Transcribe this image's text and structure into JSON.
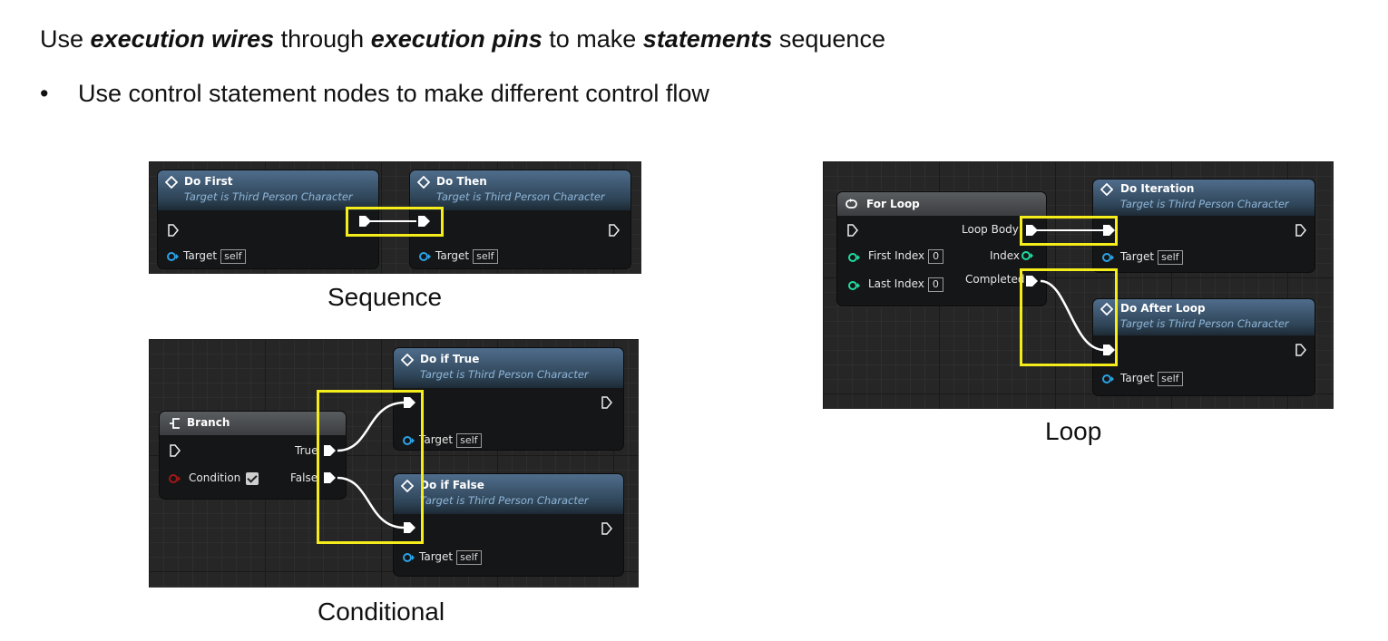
{
  "heading": {
    "p1": "Use ",
    "b1": "execution wires",
    "p2": " through ",
    "b2": "execution pins",
    "p3": " to make ",
    "b3": "statements",
    "p4": " sequence"
  },
  "bullet": {
    "symbol": "•",
    "text": "Use control statement nodes to make different control flow"
  },
  "sequence": {
    "caption": "Sequence",
    "node1": {
      "title": "Do First",
      "subtitle": "Target is Third Person Character",
      "target_label": "Target",
      "target_value": "self"
    },
    "node2": {
      "title": "Do Then",
      "subtitle": "Target is Third Person Character",
      "target_label": "Target",
      "target_value": "self"
    }
  },
  "conditional": {
    "caption": "Conditional",
    "branch": {
      "title": "Branch",
      "true_label": "True",
      "false_label": "False",
      "condition_label": "Condition"
    },
    "if_true": {
      "title": "Do if True",
      "subtitle": "Target is Third Person Character",
      "target_label": "Target",
      "target_value": "self"
    },
    "if_false": {
      "title": "Do if False",
      "subtitle": "Target is Third Person Character",
      "target_label": "Target",
      "target_value": "self"
    }
  },
  "loop": {
    "caption": "Loop",
    "for_loop": {
      "title": "For Loop",
      "loop_body_label": "Loop Body",
      "index_label": "Index",
      "completed_label": "Completed",
      "first_index_label": "First Index",
      "first_index_value": "0",
      "last_index_label": "Last Index",
      "last_index_value": "0"
    },
    "iteration": {
      "title": "Do Iteration",
      "subtitle": "Target is Third Person Character",
      "target_label": "Target",
      "target_value": "self"
    },
    "after_loop": {
      "title": "Do After Loop",
      "subtitle": "Target is Third Person Character",
      "target_label": "Target",
      "target_value": "self"
    }
  },
  "colors": {
    "highlight": "#f5ec1b",
    "node_header": "#3b5670",
    "target_pin": "#2aa3e8",
    "int_pin": "#1fdc9b",
    "bool_pin": "#a11818",
    "graph_bg": "#262626"
  }
}
